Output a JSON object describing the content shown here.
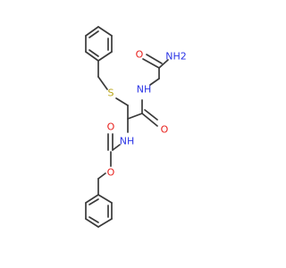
{
  "molecule": {
    "colors": {
      "bond": "#3a3a3a",
      "oxygen": "#e8201c",
      "nitrogen": "#2b35e6",
      "sulfur": "#b8a414"
    },
    "atom_labels": {
      "amide_nh2": "NH2",
      "amide_o": "O",
      "peptide_nh": "NH",
      "peptide_o": "O",
      "thioether_s": "S",
      "carbamate_nh": "NH",
      "carbamate_o_carbonyl": "O",
      "carbamate_o_ester": "O"
    }
  }
}
